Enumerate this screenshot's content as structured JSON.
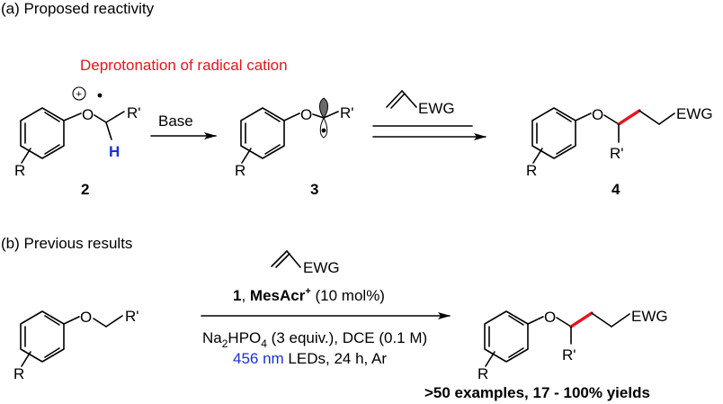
{
  "section_a": {
    "title": "(a) Proposed reactivity",
    "note": "Deprotonation of radical cation",
    "note_color": "#e8141c",
    "reagent_base": "Base",
    "alkene_label": "EWG",
    "compound_2": "2",
    "compound_3": "3",
    "compound_4": "4",
    "atoms": {
      "O": "O",
      "R": "R",
      "R_prime": "R'",
      "H": "H",
      "EWG": "EWG"
    },
    "h_color": "#1a33d6",
    "plus_sign": "+"
  },
  "section_b": {
    "title": "(b) Previous results",
    "alkene_label": "EWG",
    "cond_cat_num": "1",
    "cond_sep": ", ",
    "cond_cat_name": "MesAcr",
    "cond_cat_charge": "+",
    "cond_cat_loading": " (10 mol%)",
    "cond_base_1": "Na",
    "cond_base_sub1": "2",
    "cond_base_2": "HPO",
    "cond_base_sub2": "4",
    "cond_base_rest": " (3 equiv.), DCE (0.1 M)",
    "cond_light_1": "456 nm",
    "cond_light_2": " LEDs, 24 h, Ar",
    "light_color": "#1a33d6",
    "summary": ">50 examples, 17 - 100% yields"
  }
}
